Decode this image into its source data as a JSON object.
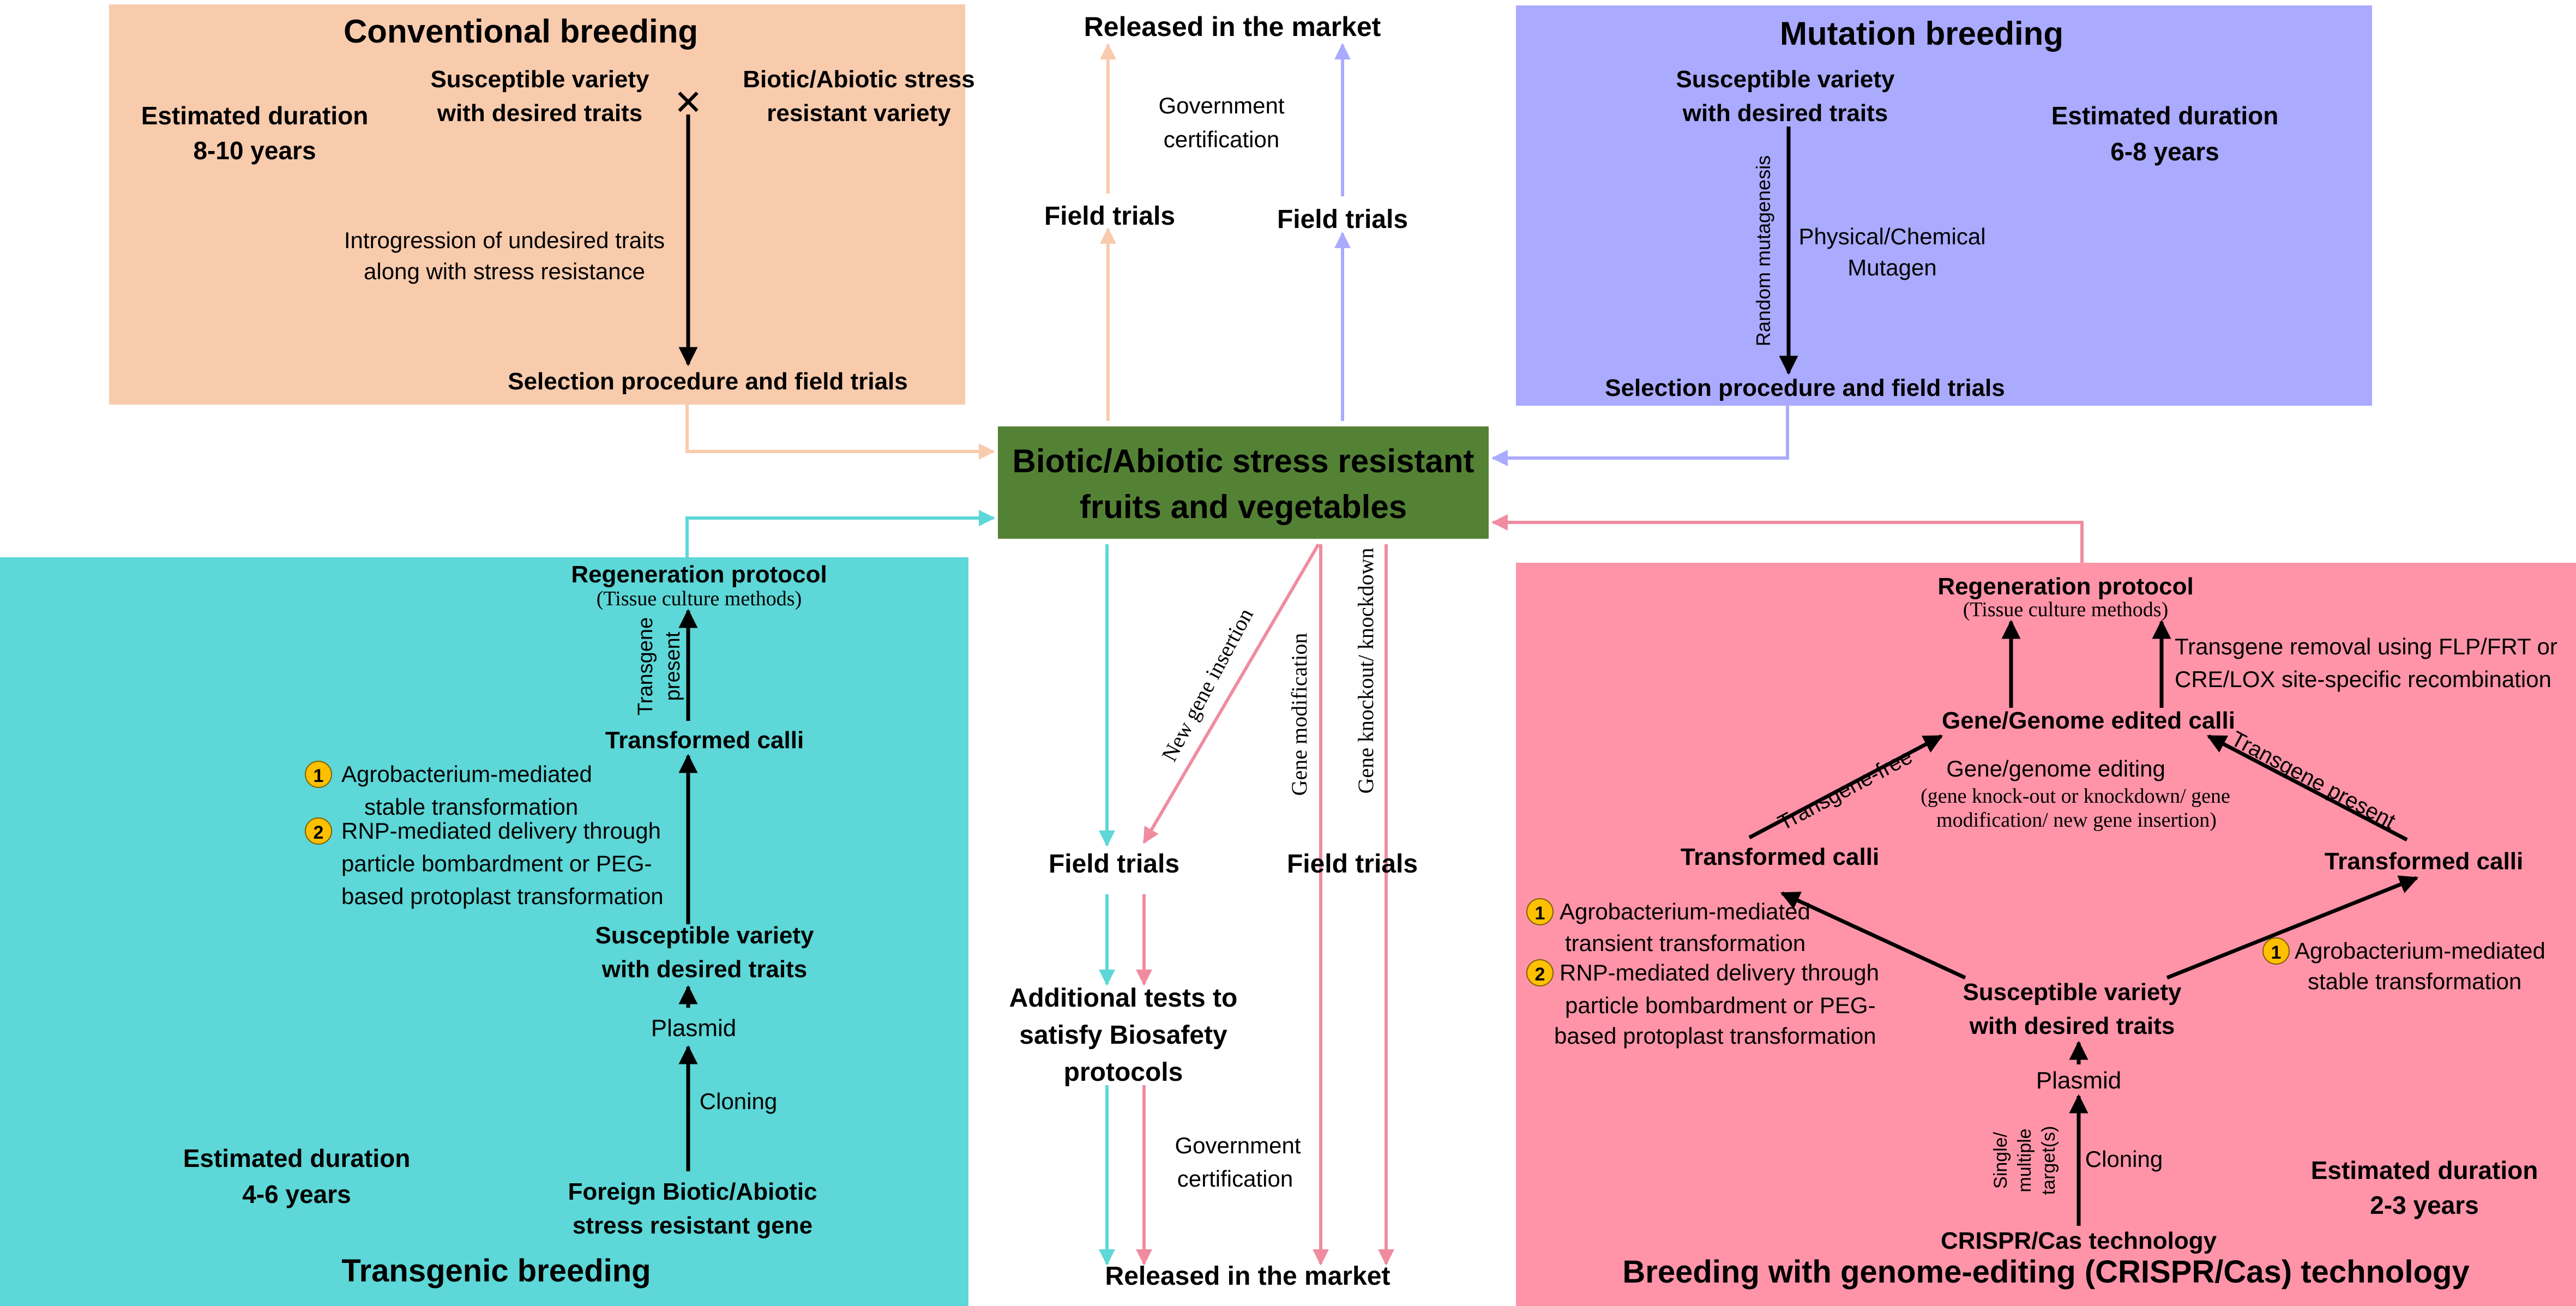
{
  "colors": {
    "conventional_bg": "#F8CBAD",
    "mutation_bg": "#AAAAFF",
    "transgenic_bg": "#5DD7D7",
    "genome_bg": "#FF94A8",
    "center_bg": "#548235",
    "center_text": "#000000",
    "arrow_peach": "#F8CBAD",
    "arrow_lavender": "#AAAAFF",
    "arrow_teal": "#5DD7D7",
    "arrow_pink": "#F08CA0",
    "arrow_black": "#000000",
    "badge": "#FFC000"
  },
  "center": {
    "line1": "Biotic/Abiotic stress resistant",
    "line2": "fruits and vegetables"
  },
  "conventional": {
    "title": "Conventional breeding",
    "duration_l1": "Estimated duration",
    "duration_l2": "8-10 years",
    "parent1_l1": "Susceptible variety",
    "parent1_l2": "with desired traits",
    "cross_symbol": "✕",
    "parent2_l1": "Biotic/Abiotic stress",
    "parent2_l2": "resistant variety",
    "note_l1": "Introgression of undesired traits",
    "note_l2": "along with stress resistance",
    "selection": "Selection procedure and field trials"
  },
  "mutation": {
    "title": "Mutation breeding",
    "variety_l1": "Susceptible variety",
    "variety_l2": "with desired traits",
    "duration_l1": "Estimated duration",
    "duration_l2": "6-8 years",
    "random": "Random mutagenesis",
    "mutagen_l1": "Physical/Chemical",
    "mutagen_l2": "Mutagen",
    "selection": "Selection procedure and field trials"
  },
  "top_middle": {
    "released": "Released in the market",
    "certification_l1": "Government",
    "certification_l2": "certification",
    "field_trials_left": "Field trials",
    "field_trials_right": "Field trials"
  },
  "bottom_middle": {
    "new_gene": "New gene insertion",
    "gene_mod": "Gene modification",
    "gene_ko": "Gene knockout/ knockdown",
    "field_trials_left": "Field trials",
    "field_trials_right": "Field trials",
    "tests_l1": "Additional tests to",
    "tests_l2": "satisfy Biosafety",
    "tests_l3": "protocols",
    "certification_l1": "Government",
    "certification_l2": "certification",
    "released": "Released in the market"
  },
  "transgenic": {
    "title": "Transgenic breeding",
    "regen": "Regeneration protocol",
    "regen_sub": "(Tissue culture methods)",
    "transgene_l1": "Transgene",
    "transgene_l2": "present",
    "calli": "Transformed calli",
    "badge1": "1",
    "m1_l1": "Agrobacterium-mediated",
    "m1_l2": "stable transformation",
    "badge2": "2",
    "m2_l1": "RNP-mediated delivery through",
    "m2_l2": "particle bombardment or PEG-",
    "m2_l3": "based protoplast transformation",
    "variety_l1": "Susceptible variety",
    "variety_l2": "with desired traits",
    "plasmid": "Plasmid",
    "cloning": "Cloning",
    "duration_l1": "Estimated duration",
    "duration_l2": "4-6 years",
    "gene_l1": "Foreign Biotic/Abiotic",
    "gene_l2": "stress resistant gene"
  },
  "genome": {
    "title": "Breeding with genome-editing (CRISPR/Cas) technology",
    "regen": "Regeneration protocol",
    "regen_sub": "(Tissue culture methods)",
    "removal_l1": "Transgene removal using FLP/FRT or",
    "removal_l2": "CRE/LOX site-specific recombination",
    "edited_calli": "Gene/Genome edited calli",
    "transgene_free": "Transgene-free",
    "transgene_present": "Transgene present",
    "editing_l1": "Gene/genome editing",
    "editing_l2": "(gene knock-out or knockdown/ gene",
    "editing_l3": "modification/ new gene insertion)",
    "calli_left": "Transformed calli",
    "calli_right": "Transformed calli",
    "badge1_left": "1",
    "left_m1_l1": "Agrobacterium-mediated",
    "left_m1_l2": "transient transformation",
    "badge2_left": "2",
    "left_m2_l1": "RNP-mediated delivery through",
    "left_m2_l2": "particle bombardment or PEG-",
    "left_m2_l3": "based protoplast transformation",
    "badge1_right": "1",
    "right_m1_l1": "Agrobacterium-mediated",
    "right_m1_l2": "stable transformation",
    "variety_l1": "Susceptible variety",
    "variety_l2": "with desired traits",
    "plasmid": "Plasmid",
    "targets_l1": "Single/",
    "targets_l2": "multiple",
    "targets_l3": "target(s)",
    "cloning": "Cloning",
    "crispr": "CRISPR/Cas technology",
    "duration_l1": "Estimated duration",
    "duration_l2": "2-3 years"
  }
}
